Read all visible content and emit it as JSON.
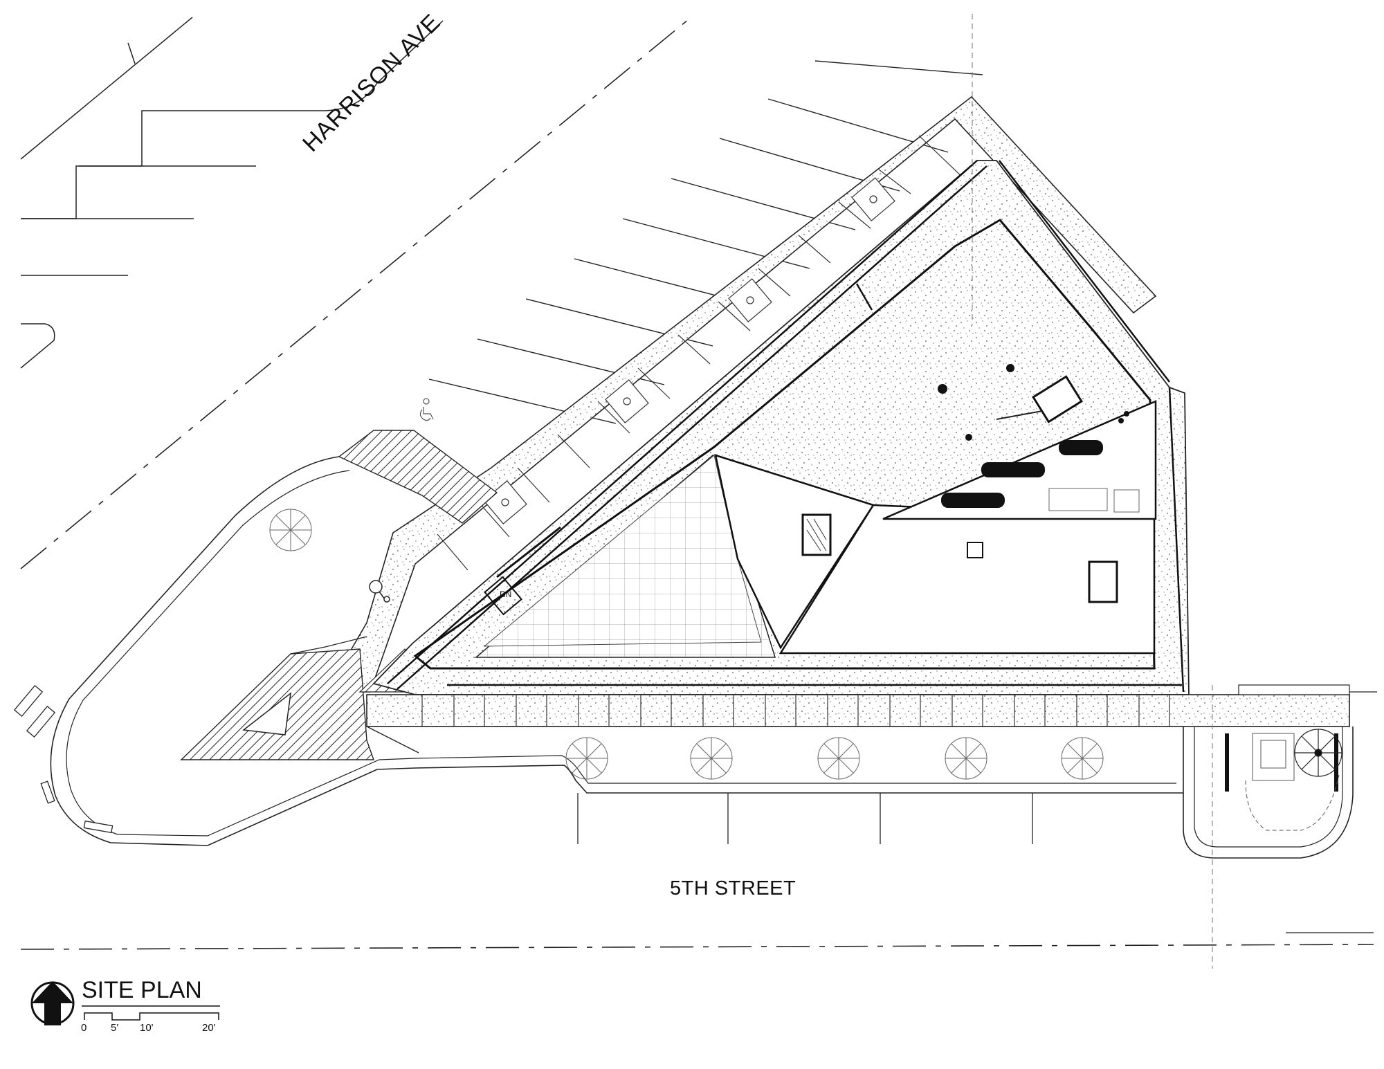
{
  "drawing": {
    "title": "SITE PLAN",
    "streets": {
      "harrison": "HARRISON AVE",
      "fifth": "5TH STREET"
    },
    "stair_label": "DN",
    "scale_labels": [
      "0",
      "5'",
      "10'",
      "20'"
    ],
    "north_arrow_icon": "north-arrow-icon",
    "accessible_parking_icon": "accessible-parking-icon"
  }
}
